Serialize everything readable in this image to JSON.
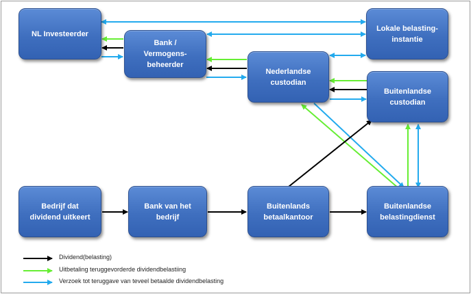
{
  "nodes": {
    "nl_investeerder": "NL Investeerder",
    "bank_vermogensbeheerder": "Bank /\nVermogens-\nbeheerder",
    "lokale_belastinginstantie": "Lokale belasting-\ninstantie",
    "nederlandse_custodian": "Nederlandse\ncustodian",
    "buitenlandse_custodian": "Buitenlandse\ncustodian",
    "bedrijf_dividend": "Bedrijf dat\ndividend uitkeert",
    "bank_bedrijf": "Bank van het\nbedrijf",
    "buitenlands_betaalkantoor": "Buitenlands\nbetaalkantoor",
    "buitenlandse_belastingdienst": "Buitenlandse\nbelastingdienst"
  },
  "colors": {
    "black": "#000000",
    "green": "#66ee33",
    "blue": "#22aaee"
  },
  "legend": {
    "dividend": "Dividend(belasting)",
    "uitbetaling": "Uitbetaling teruggevorderde dividendbelastiing",
    "verzoek": "Verzoek tot teruggave van teveel betaalde dividendbelasting"
  }
}
